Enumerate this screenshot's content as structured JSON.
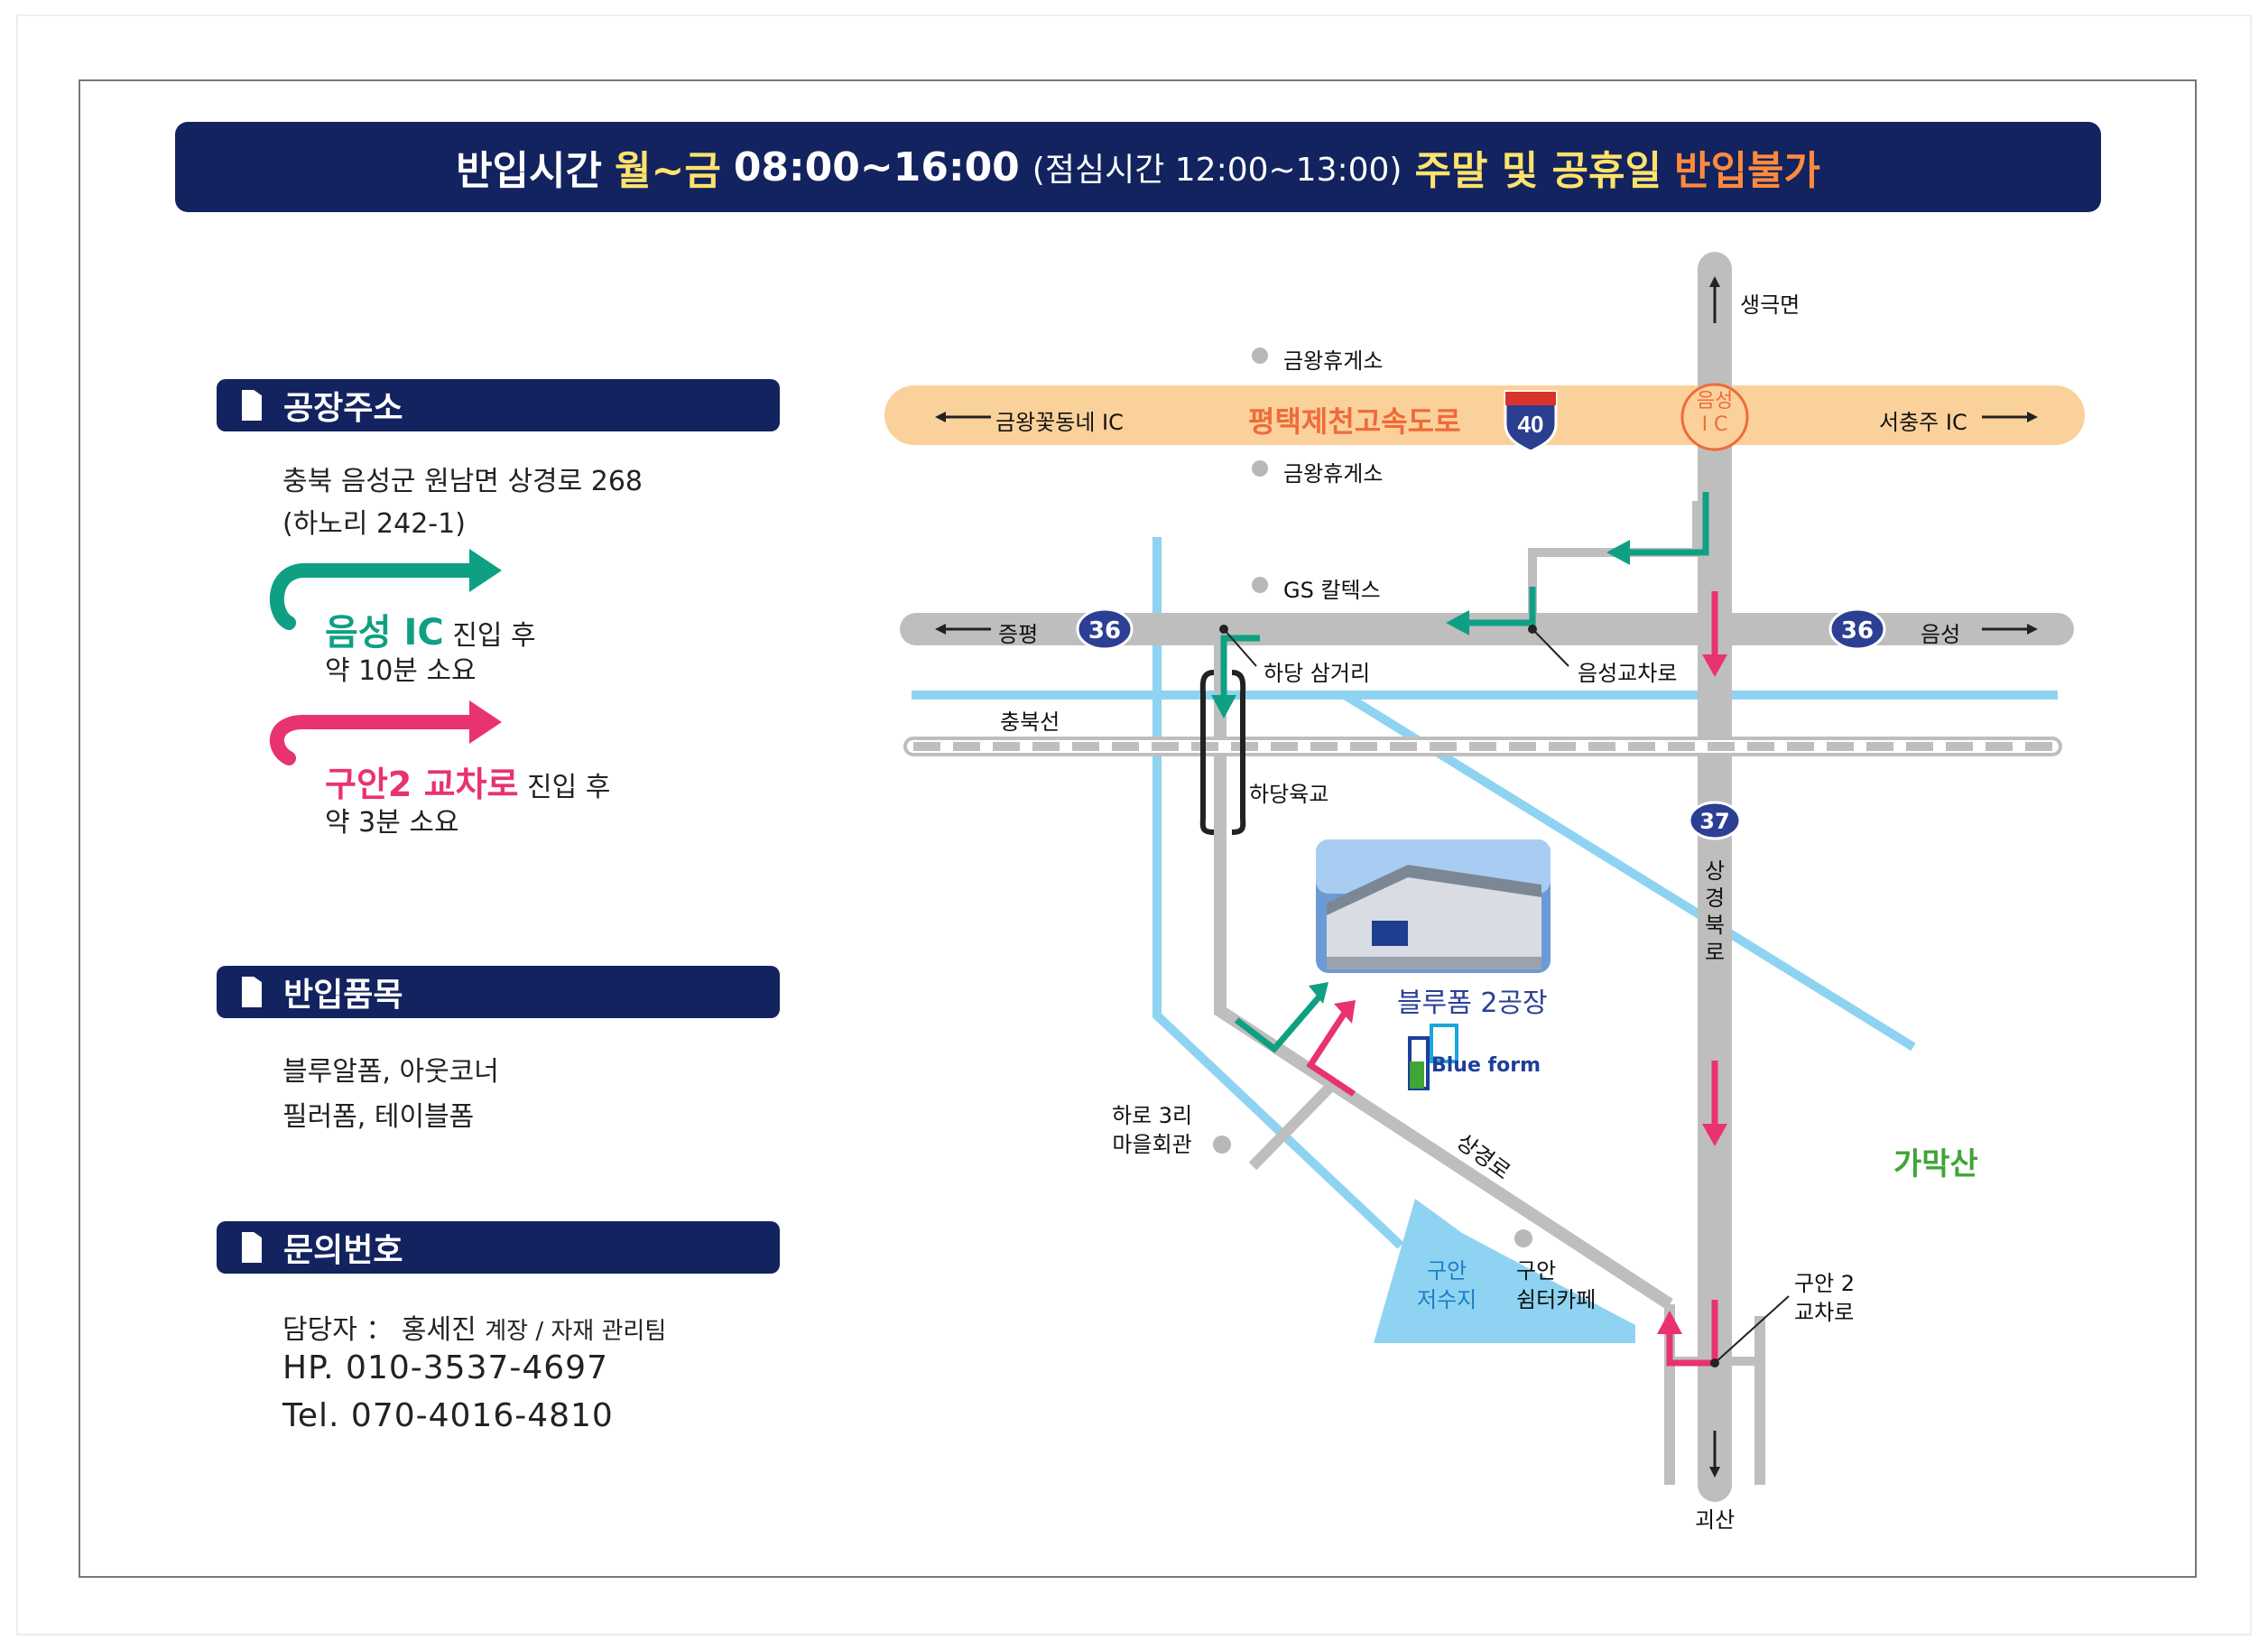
{
  "banner": {
    "part1": "반입시간",
    "part2": "월~금",
    "part3": "08:00~16:00",
    "part4": "(점심시간 12:00~13:00)",
    "part5": "주말 및 공휴일",
    "part6": "반입불가"
  },
  "sections": {
    "address": {
      "title": "공장주소",
      "line1": "충북 음성군 원남면 상경로 268",
      "line2": "(하노리 242-1)"
    },
    "route_green": {
      "highlight": "음성 IC",
      "suffix": "진입 후",
      "time": "약 10분 소요"
    },
    "route_pink": {
      "highlight": "구안2 교차로",
      "suffix": "진입 후",
      "time": "약 3분 소요"
    },
    "items": {
      "title": "반입품목",
      "line1": "블루알폼, 아웃코너",
      "line2": "필러폼, 테이블폼"
    },
    "contact": {
      "title": "문의번호",
      "manager_label": "담당자 ：",
      "manager_name": "홍세진",
      "manager_role": "계장 / 자재 관리팀",
      "hp": "HP.  010-3537-4697",
      "tel": "Tel.  070-4016-4810"
    }
  },
  "map": {
    "expressway": "평택제천고속도로",
    "expressway_no": "40",
    "ic_name": "음성 IC",
    "ic_line1": "음성",
    "ic_line2": "I C",
    "west_ic": "금왕꽃동네 IC",
    "east_ic": "서충주 IC",
    "rest_north": "금왕휴게소",
    "rest_south": "금왕휴게소",
    "gs": "GS 칼텍스",
    "road36": "36",
    "road37": "37",
    "jeungpyeong": "증평",
    "eumseong": "음성",
    "hadang_junction": "하당 삼거리",
    "eumseong_junction": "음성교차로",
    "railway": "충북선",
    "overpass": "하당육교",
    "north_dest": "생극면",
    "south_dest": "괴산",
    "road_vertical": [
      "상",
      "경",
      "북",
      "로"
    ],
    "road_diagonal": "상경로",
    "factory": "블루폼 2공장",
    "logo_text": "Blue form",
    "village1": "하로 3리",
    "village2": "마을회관",
    "reservoir1": "구안",
    "reservoir2": "저수지",
    "cafe1": "구안",
    "cafe2": "쉼터카페",
    "guan1": "구안 2",
    "guan2": "교차로",
    "mountain": "가막산"
  },
  "colors": {
    "navy": "#12235f",
    "green": "#0fa084",
    "pink": "#e8336f",
    "expressway": "#fbd19b",
    "road": "#bebebe",
    "water": "#8fd3f2"
  }
}
